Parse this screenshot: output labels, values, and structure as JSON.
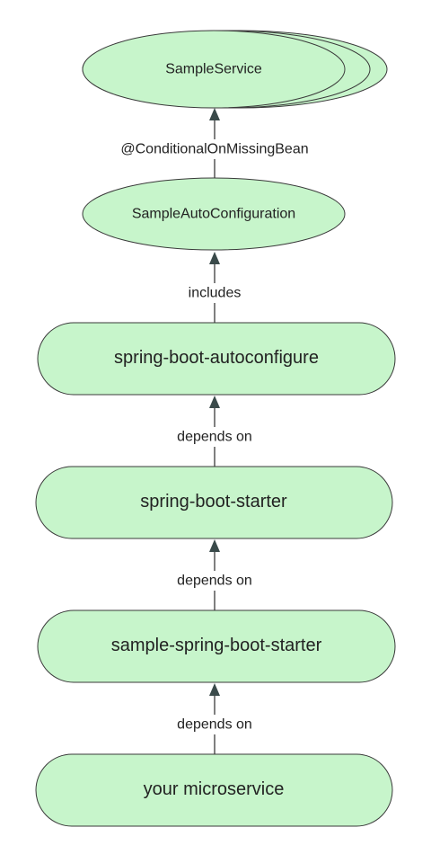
{
  "diagram": {
    "nodes": {
      "sample_service": "SampleService",
      "auto_configuration": "SampleAutoConfiguration",
      "autoconfigure": "spring-boot-autoconfigure",
      "starter": "spring-boot-starter",
      "sample_starter": "sample-spring-boot-starter",
      "microservice": "your microservice"
    },
    "edges": {
      "conditional": "@ConditionalOnMissingBean",
      "includes": "includes",
      "depends_1": "depends on",
      "depends_2": "depends on",
      "depends_3": "depends on"
    },
    "colors": {
      "node_fill": "#c7f5cb",
      "stroke": "#3a3a3a"
    }
  }
}
